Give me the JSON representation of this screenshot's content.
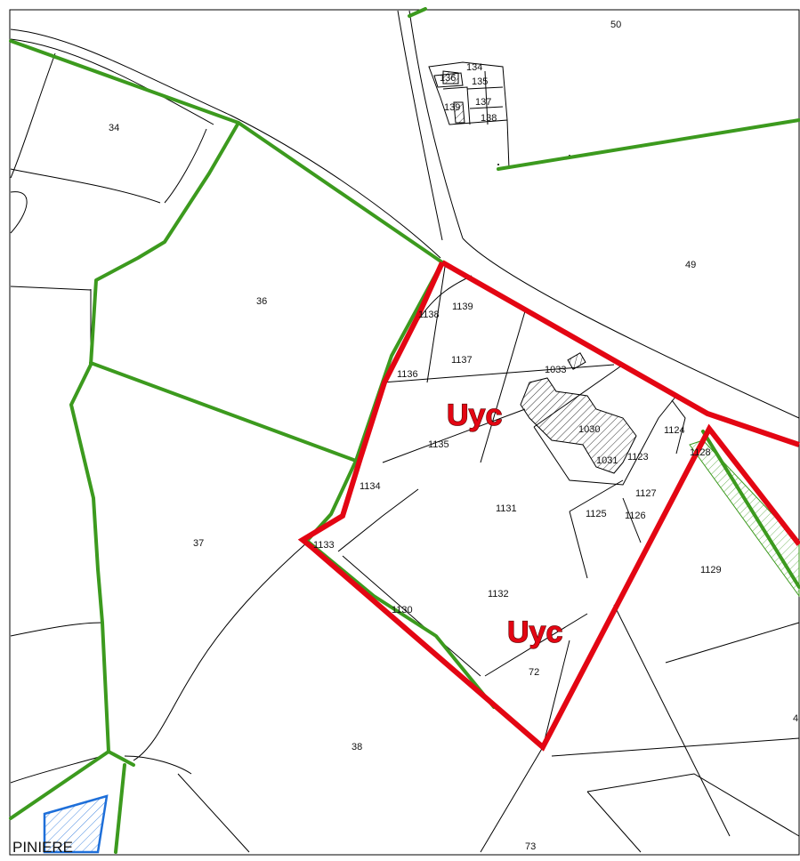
{
  "map": {
    "parcel_numbers": {
      "p50": "50",
      "p134": "134",
      "p135": "135",
      "p136": "136",
      "p137": "137",
      "p138": "138",
      "p139": "139",
      "p34": "34",
      "p36": "36",
      "p49": "49",
      "p1138": "1138",
      "p1139": "1139",
      "p1137": "1137",
      "p1136": "1136",
      "p1033": "1033",
      "p1030": "1030",
      "p1031": "1031",
      "p1135": "1135",
      "p1124": "1124",
      "p1123": "1123",
      "p1128": "1128",
      "p1134": "1134",
      "p1131": "1131",
      "p1127": "1127",
      "p1125": "1125",
      "p1126": "1126",
      "p37": "37",
      "p1133": "1133",
      "p1129": "1129",
      "p1132": "1132",
      "p1130": "1130",
      "p72": "72",
      "p38": "38",
      "p73": "73",
      "p4_edge": "4"
    },
    "zone_labels": {
      "upper": "Uyc",
      "lower": "Uyc"
    },
    "bottom_text": "PINIERE",
    "colors": {
      "zone_boundary": "#e30613",
      "green_boundary": "#3c9a1e",
      "parcel_lines": "#000000",
      "blue_hatch": "#1e6fd9"
    }
  }
}
